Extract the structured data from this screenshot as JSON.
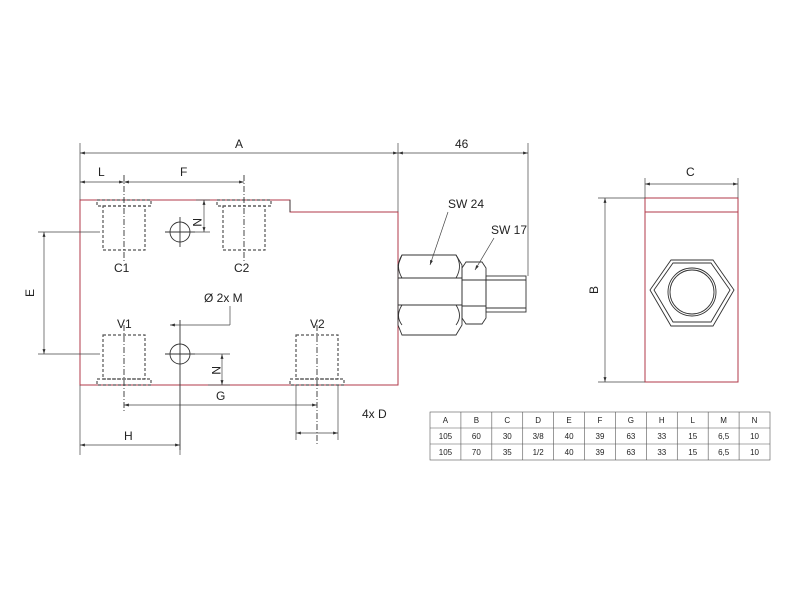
{
  "drawing": {
    "dims": {
      "a": "A",
      "forty_six": "46",
      "l": "L",
      "f": "F",
      "e": "E",
      "n_top": "N",
      "n_bottom": "N",
      "m": "Ø 2x  M",
      "g": "G",
      "h": "H",
      "d": "4x  D",
      "c": "C",
      "b": "B"
    },
    "ports": {
      "c1": "C1",
      "c2": "C2",
      "v1": "V1",
      "v2": "V2"
    },
    "wrench": {
      "sw24": "SW 24",
      "sw17": "SW 17"
    }
  },
  "table": {
    "headers": [
      "A",
      "B",
      "C",
      "D",
      "E",
      "F",
      "G",
      "H",
      "L",
      "M",
      "N"
    ],
    "rows": [
      [
        "105",
        "60",
        "30",
        "3/8",
        "40",
        "39",
        "63",
        "33",
        "15",
        "6,5",
        "10"
      ],
      [
        "105",
        "70",
        "35",
        "1/2",
        "40",
        "39",
        "63",
        "33",
        "15",
        "6,5",
        "10"
      ]
    ]
  }
}
